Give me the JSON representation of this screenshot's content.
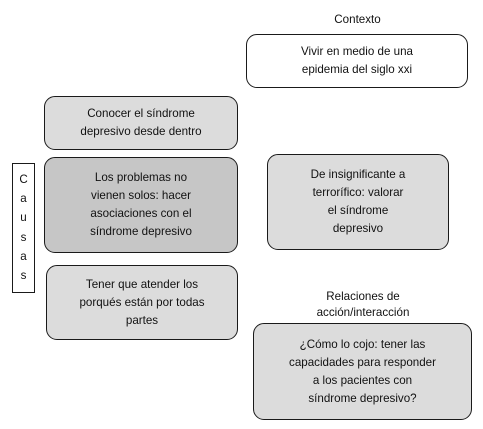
{
  "headings": {
    "contexto": "Contexto",
    "relaciones_line1": "Relaciones de",
    "relaciones_line2": "acción/interacción"
  },
  "causas_letters": [
    "C",
    "a",
    "u",
    "s",
    "a",
    "s"
  ],
  "boxes": {
    "epidemia": [
      "Vivir en medio de una",
      "epidemia del siglo xxi"
    ],
    "conocer": [
      "Conocer el síndrome",
      "depresivo desde dentro"
    ],
    "problemas": [
      "Los problemas no",
      "vienen solos: hacer",
      "asociaciones con el",
      "síndrome depresivo"
    ],
    "porques": [
      "Tener que atender los",
      "porqués están por todas",
      "partes"
    ],
    "insignificante": [
      "De insignificante a",
      "terrorífico: valorar",
      "el síndrome",
      "depresivo"
    ],
    "como": [
      "¿Cómo lo cojo: tener las",
      "capacidades para responder",
      "a los pacientes con",
      "síndrome depresivo?"
    ]
  },
  "colors": {
    "white_fill": "#ffffff",
    "light_fill": "#dcdcdc",
    "mid_fill": "#c6c6c6",
    "border": "#1a1a1a"
  }
}
